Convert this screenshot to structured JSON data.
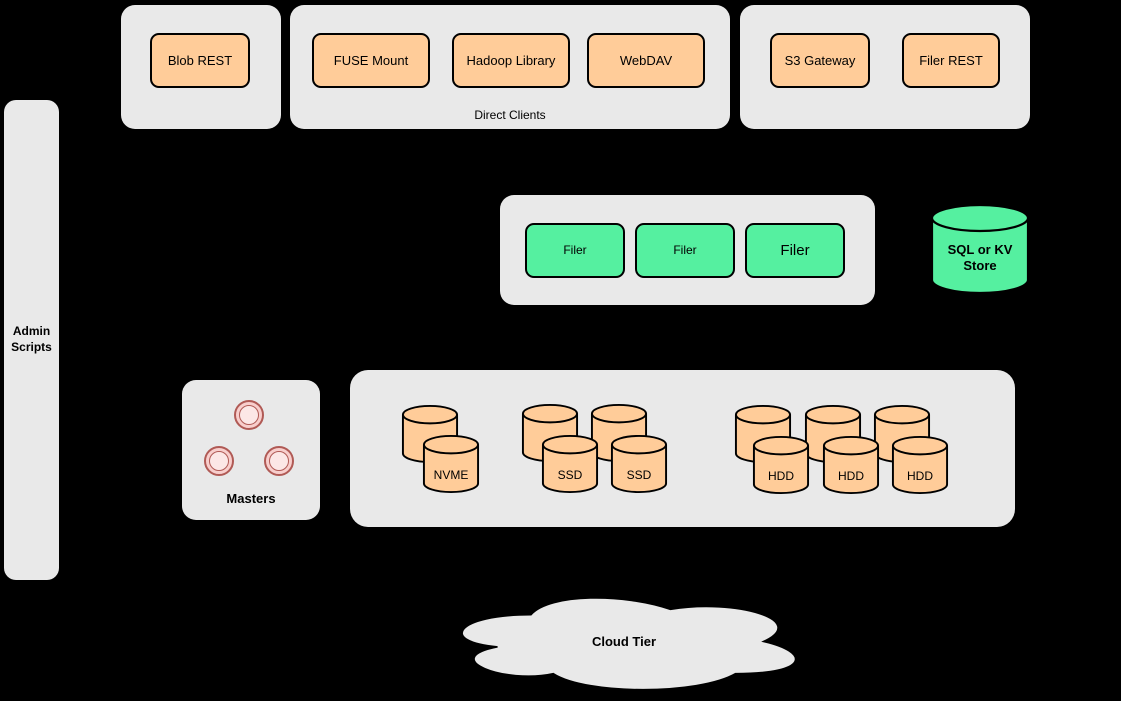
{
  "colors": {
    "background": "#000000",
    "panel_gray": "#e9e9e9",
    "node_orange": "#ffcc99",
    "node_green": "#55f0a0",
    "master_pink": "#f8cecc",
    "master_pink_light": "#fce7e6",
    "master_stroke": "#b05a55",
    "stroke_black": "#000000"
  },
  "admin_panel": {
    "label": "Admin Scripts"
  },
  "blob_panel": {
    "buttons": [
      "Blob REST"
    ]
  },
  "direct_clients_panel": {
    "caption": "Direct Clients",
    "buttons": [
      "FUSE Mount",
      "Hadoop Library",
      "WebDAV"
    ]
  },
  "gateway_panel": {
    "buttons": [
      "S3 Gateway",
      "Filer REST"
    ]
  },
  "filer_panel": {
    "nodes": [
      "Filer",
      "Filer",
      "Filer"
    ]
  },
  "metadata_store": {
    "label": "SQL or KV Store"
  },
  "masters_panel": {
    "label": "Masters"
  },
  "volume_panel": {
    "nvme": {
      "labels": [
        "NVME"
      ]
    },
    "ssd": {
      "labels": [
        "SSD",
        "SSD"
      ]
    },
    "hdd": {
      "labels": [
        "HDD",
        "HDD",
        "HDD"
      ]
    }
  },
  "cloud": {
    "label": "Cloud Tier"
  }
}
